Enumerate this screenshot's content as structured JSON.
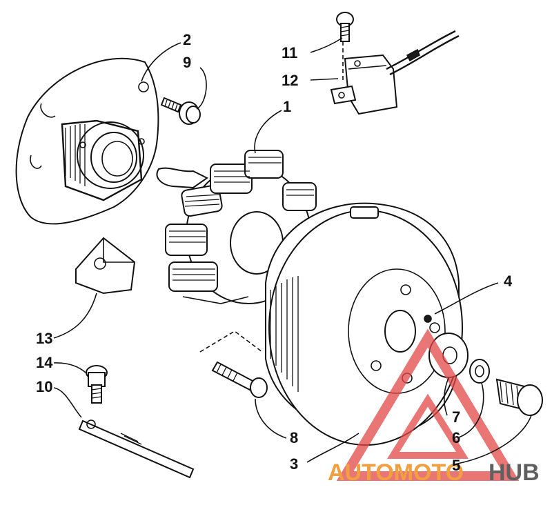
{
  "callouts": {
    "c1": "1",
    "c2": "2",
    "c3": "3",
    "c4": "4",
    "c5": "5",
    "c6": "6",
    "c7": "7",
    "c8": "8",
    "c9": "9",
    "c10": "10",
    "c11": "11",
    "c12": "12",
    "c13": "13",
    "c14": "14"
  },
  "watermark": {
    "text_part1": "AUTOMOTO",
    "text_part2": "HUB",
    "color_primary": "#f0a040",
    "color_secondary": "#606060",
    "triangle_color": "#e24848"
  }
}
